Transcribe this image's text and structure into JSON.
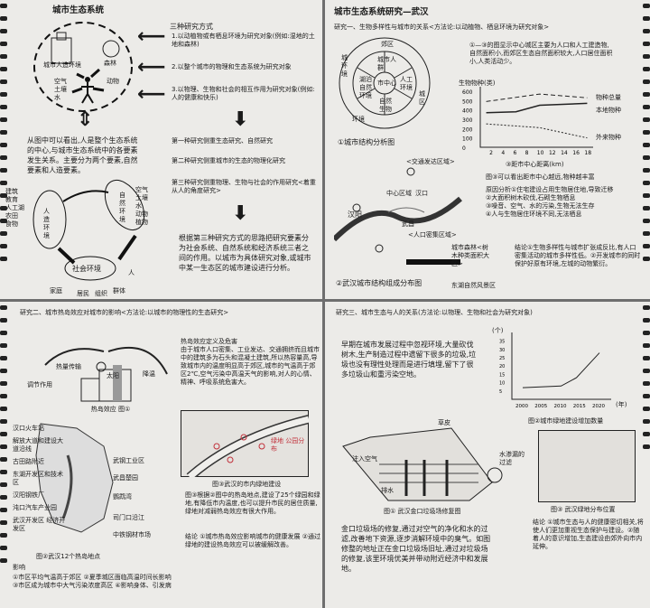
{
  "panel1": {
    "title": "城市生态系统",
    "labels": {
      "built": "城市人造环境",
      "forest": "森林",
      "air": "空气土壤水",
      "animal": "动物"
    },
    "methods_title": "三种研究方式",
    "methods": [
      "1.以动植物或有栖息环境为研究对象(例如:湿地的土地和森林)",
      "2.以整个城市的物理和生态系统为研究对象",
      "3.以物理、生物和社会的相互作用为研究对象(例如:人的健康和快乐)"
    ],
    "left_text": "从图中可以看出,人是整个生态系统的中心,与城市生态系统中的各要素发生关系。主要分为两个要素,自然要素和人造要素。",
    "notes": [
      "第一种研究侧重生态研究、自然研究",
      "第二种研究侧重城市的生态的物理化研究",
      "第三种研究侧重物理、生物与社会的作用研究<着重从人的角度研究>"
    ],
    "conclusion": "根据第三种研究方式的思路把研究要素分为社会系统、自然系统和经济系统三者之间的作用。以城市为具体研究对象,或城市中某一生态区的城市建设进行分析。",
    "human_env": "人造环境",
    "human_items": [
      "建筑",
      "教育",
      "人工湖",
      "农田",
      "食物"
    ],
    "natural_env": "自然环境",
    "natural_items": [
      "空气",
      "土壤",
      "水",
      "动物",
      "植物"
    ],
    "social_env": "社会环境",
    "social_items": [
      "家庭",
      "居民",
      "组织",
      "群体",
      "人"
    ]
  },
  "panel2": {
    "title": "城市生态系统研究—武汉",
    "study": "研究一、生物多样性与城市的关系<方法论:以动植物、栖息环境为研究对象>",
    "rings": {
      "center": "市中心",
      "inner": [
        "城市人群",
        "人工环境",
        "自然生物",
        "湖泊自然环境"
      ],
      "outer": [
        "郊区",
        "城区",
        "城环境",
        "环境"
      ]
    },
    "fig1": "①城市结构分析图",
    "desc": "①—③的图显示中心城区主要为人口和人工建造物,自然面积小,而郊区生态自然面积较大,人口居住面积小,人类活动少。",
    "chart": {
      "ylabel": "生物物种(类)",
      "xlabel": "③距市中心距离(km)",
      "yticks": [
        "0",
        "100",
        "200",
        "300",
        "400",
        "500",
        "600"
      ],
      "xticks": [
        "2",
        "4",
        "6",
        "8",
        "10",
        "12",
        "14",
        "16",
        "18"
      ],
      "series": [
        {
          "name": "物种总量",
          "x": [
            1,
            10,
            18
          ],
          "y": [
            490,
            570,
            530
          ]
        },
        {
          "name": "本地物种",
          "x": [
            1,
            6,
            10,
            18
          ],
          "y": [
            370,
            380,
            450,
            470
          ]
        },
        {
          "name": "外来物种",
          "x": [
            1,
            10,
            18
          ],
          "y": [
            250,
            210,
            100
          ]
        }
      ]
    },
    "fig3_note": "图③可以看出距市中心越远,物种越丰富",
    "reasons": [
      "原因分析①住宅建设占用生物居住地,导致迁移",
      "②大面积树木砍伐,石砌生物栖息",
      "③噪音、空气、水的污染,生物无法生存",
      "④人与生物居住环境不同,无法栖息"
    ],
    "map_labels": {
      "hankou": "汉口",
      "hanyang": "汉阳",
      "wuchang": "武昌",
      "center": "中心区域",
      "dev": "<交通发达区域>",
      "pop": "<人口密集区域>",
      "forest": "城市森林<树木种类面积大区>",
      "east_lake": "东湖自然风景区"
    },
    "fig2": "②武汉城市结构组成分布图",
    "conclusion": "结论①生物多样性与城市扩张成反比,有人口密集活动的城市多样性低。②开发城市的同时保护好原有环境,左城的动物繁衍。"
  },
  "panel3": {
    "title": "研究二、城市热岛效应对城市的影响<方法论:以城市的物理性的生态研究>",
    "diagram": {
      "adjust": "调节作用",
      "heat": "热量传输",
      "sun": "太阳",
      "cool": "降温",
      "fig": "热岛效应 图①"
    },
    "definition": "热岛效应定义及危害\n由于城市人口密集、工业发达、交通拥挤而且城市中的建筑多为石头和混凝土建筑,所以热容量高,导致城市内的温度明显高于郊区,城市的气温高于郊区2℃,空气污染中高温天气的影响,对人的心情、精神、呼吸系统危害大。",
    "map_labels": [
      "汉口火车站",
      "解放大道和建设大道沿线",
      "古田路附近",
      "东湖开发区和技术区",
      "汉阳钢铁厂",
      "沌口汽车产业园",
      "武汉开发区 经济开发区"
    ],
    "map_right": [
      "武钢工业区",
      "武昌楚园",
      "鹦鹉湾",
      "司门口沿江",
      "中铁钢材市场"
    ],
    "fig2": "图②武汉12个热岛地点",
    "fig3": "图③武汉的市内绿地建设",
    "fig3_text": "图③根据②图中的热岛地点,建设了25个绿园和绿地,有降低市内温度,也可以提升市民的居住质量,绿地对减弱热岛效应有很大作用。",
    "red_note": "绿地 公园分布",
    "impact_title": "影响",
    "impacts": [
      "①市区平均气温高于郊区 ②夏季城区面临高温时间长影响",
      "③市区成为城市中大气污染浓度高区 ④影响身体、引发病"
    ],
    "conclusion": "结论 ①城市热岛效应影响城市的健康发展 ②通过绿地的建设热岛效应可以被缓解改善。"
  },
  "panel4": {
    "title": "研究三、城市生态与人的关系(方法论:以物理、生物和社会为研究对象)",
    "intro": "早期在城市发展过程中忽视环境,大量砍伐树木,生产制造过程中遗留下很多的垃圾,垃圾也没有理性处理而是进行填埋,留下了很多垃圾山和重污染空地。",
    "chart": {
      "ylabel": "(个)",
      "xlabel": "(年)",
      "yticks": [
        "5",
        "10",
        "15",
        "20",
        "25",
        "30",
        "35"
      ],
      "xticks": [
        "2000",
        "2005",
        "2010",
        "2015",
        "2020"
      ],
      "x": [
        2000,
        2010,
        2014,
        2020
      ],
      "y": [
        7,
        8,
        13,
        28
      ]
    },
    "fig2": "图②城市绿地建设增加数量",
    "diagram": {
      "grass": "草皮",
      "inject": "注入空气",
      "drain": "排水",
      "filter": "水渗漏的过滤"
    },
    "fig1": "图① 武汉金口垃圾场修复图",
    "fig3": "图③ 武汉绿地分布位置",
    "text": "金口垃圾场的修复,通过对空气的净化和水的过滤,改善地下资源,逐步消解环境中的臭气。如图修整的地址正在金口垃圾场旧址,通过对垃圾场的修复,该里环境优美并带动附近经济中和发展地。",
    "conclusion": "结论 ①城市生态与人的健康密切相关,将使人们更加重视生态保护与建设。②随着人的意识增加,生态建设由郊外向市内延伸。"
  }
}
